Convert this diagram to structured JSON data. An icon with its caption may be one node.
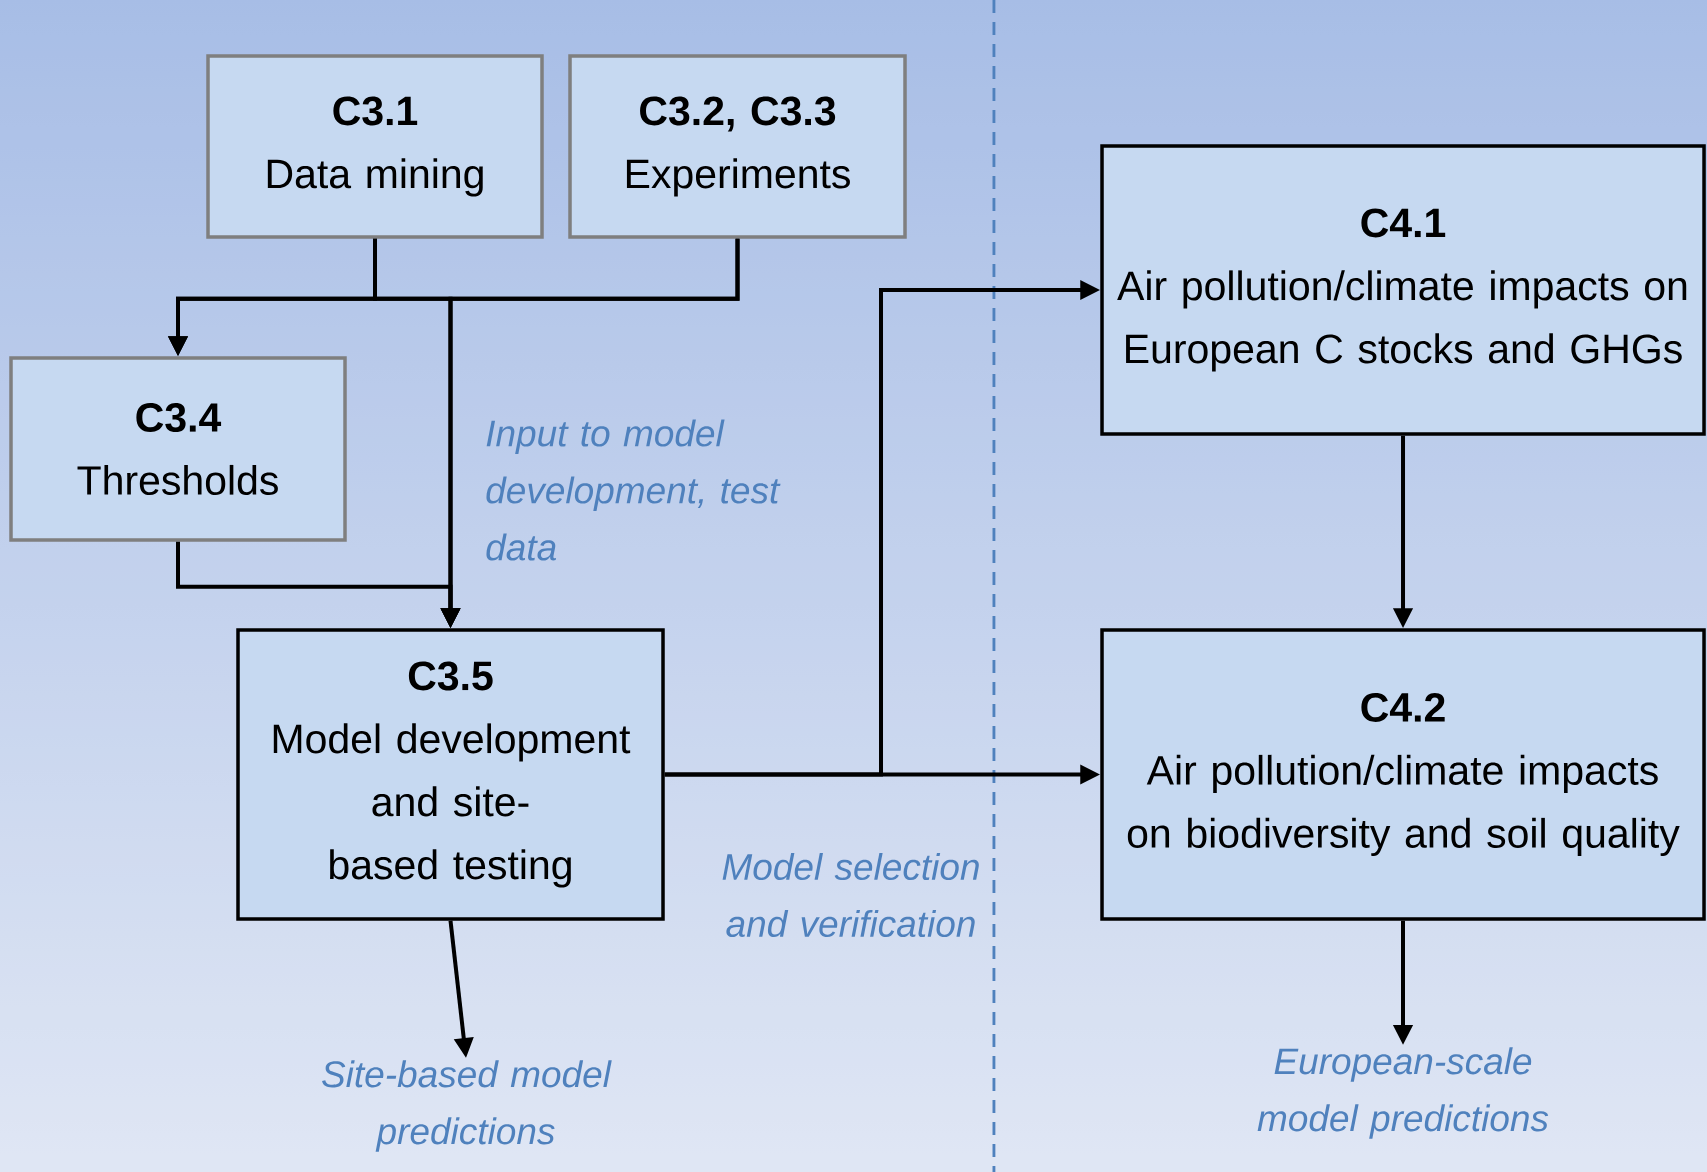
{
  "diagram": {
    "nodes": [
      {
        "text": [
          "C3.1",
          "Data mining"
        ]
      },
      {
        "text": [
          "C3.2, C3.3",
          "Experiments"
        ]
      },
      {
        "text": [
          "C3.4",
          "Thresholds"
        ]
      },
      {
        "text": [
          "C3.5",
          "Model development and site-based testing"
        ]
      },
      {
        "text": [
          "C4.1",
          "Air pollution/climate impacts on European C stocks and GHGs"
        ]
      },
      {
        "text": [
          "C4.2",
          "Air pollution/climate impacts on biodiversity and soil quality"
        ]
      },
      {
        "text": [
          "Site-based model predictions"
        ]
      },
      {
        "text": [
          "European-scale model predictions"
        ]
      }
    ],
    "edges": [
      {
        "from": 0,
        "to": 2,
        "arrow": "to"
      },
      {
        "from": 1,
        "to": 2,
        "arrow": "to"
      },
      {
        "from": 0,
        "to": 3,
        "arrow": "to"
      },
      {
        "from": 1,
        "to": 3,
        "arrow": "to"
      },
      {
        "from": 2,
        "to": 3,
        "arrow": "to"
      },
      {
        "from": 3,
        "to": 4,
        "arrow": "to"
      },
      {
        "from": 3,
        "to": 5,
        "arrow": "to"
      },
      {
        "from": 4,
        "to": 5,
        "arrow": "to"
      },
      {
        "from": 3,
        "to": 6,
        "arrow": "to"
      },
      {
        "from": 5,
        "to": 7,
        "arrow": "to"
      }
    ],
    "labels": [
      "Input to model development, test data",
      "Model selection and verification"
    ]
  }
}
